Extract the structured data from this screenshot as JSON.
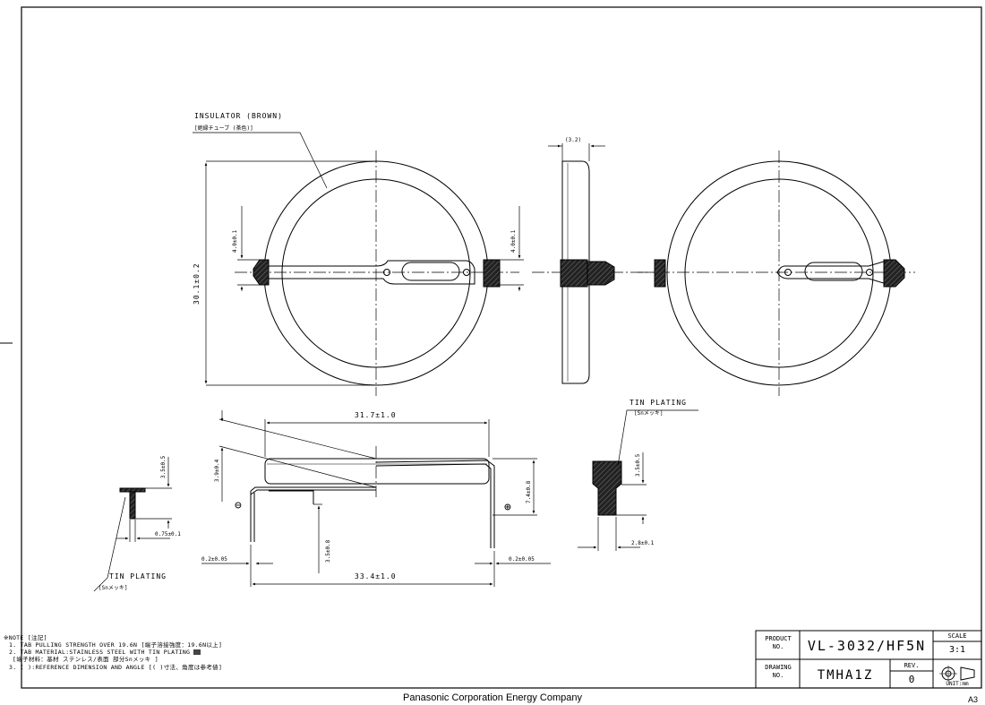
{
  "labels": {
    "insulator": "INSULATOR (BROWN)",
    "insulator_jp": "[絶縁チューブ (茶色)]",
    "tin_plating_right": "TIN PLATING",
    "tin_plating_right_jp": "[Snメッキ]",
    "tin_plating_left": "TIN PLATING",
    "tin_plating_left_jp": "[Snメッキ]"
  },
  "dimensions": {
    "d_32": "(3.2)",
    "d_40_left": "4.0±0.1",
    "d_40_right": "4.0±0.1",
    "d_301": "30.1±0.2",
    "d_317": "31.7±1.0",
    "d_334": "33.4±1.0",
    "d_39": "3.9±0.4",
    "d_74": "7.4±0.8",
    "d_35_mid": "3.5±0.8",
    "d_35_left": "3.5±0.5",
    "d_35_right": "3.5±0.5",
    "d_075": "0.75±0.1",
    "d_02_left": "0.2±0.05",
    "d_02_right": "0.2±0.05",
    "d_28": "2.8±0.1"
  },
  "polarity": {
    "negative": "⊖",
    "positive": "⊕"
  },
  "notes": {
    "title": "※NOTE [注記]",
    "n1": "1. TAB PULLING STRENGTH OVER 19.6N [端子溶接強度：19.6N以上]",
    "n2": "2. TAB MATERIAL:STAINLESS STEEL WITH TIN PLATING",
    "n2b": "[端子材料：基材 ステンレス/表面 部分Snメッキ ]",
    "n3": "3. ( ):REFERENCE DIMENSION AND ANGLE [( )寸法、角度は参考値]"
  },
  "title_block": {
    "product_no_label": "PRODUCT NO.",
    "product_no": "VL-3032/HF5N",
    "drawing_no_label": "DRAWING NO.",
    "drawing_no": "TMHA1Z",
    "rev_label": "REV.",
    "rev": "0",
    "scale_label": "SCALE",
    "scale": "3:1",
    "unit": "UNIT:mm"
  },
  "footer": "Panasonic Corporation  Energy Company",
  "sheet_size": "A3"
}
